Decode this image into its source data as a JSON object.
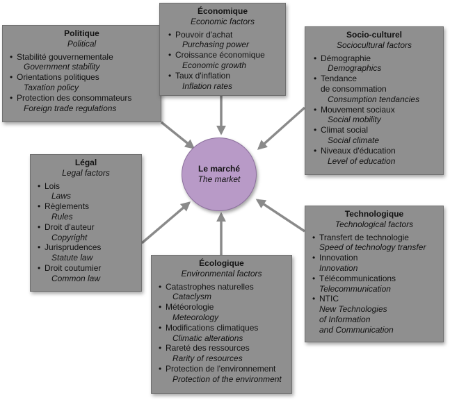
{
  "center": {
    "fr": "Le marché",
    "en": "The market"
  },
  "boxes": {
    "politique": {
      "title": "Politique",
      "subtitle": "Political",
      "items": [
        {
          "fr": "Stabilité gouvernementale",
          "en": "Government stability"
        },
        {
          "fr": "Orientations politiques",
          "en": "Taxation policy"
        },
        {
          "fr": "Protection des consommateurs",
          "en": "Foreign trade regulations"
        }
      ]
    },
    "economique": {
      "title": "Économique",
      "subtitle": "Economic factors",
      "items": [
        {
          "fr": "Pouvoir d'achat",
          "en": "Purchasing power"
        },
        {
          "fr": "Croissance économique",
          "en": "Economic growth"
        },
        {
          "fr": "Taux d'inflation",
          "en": "Inflation rates"
        }
      ]
    },
    "socio": {
      "title": "Socio-culturel",
      "subtitle": "Sociocultural factors",
      "items": [
        {
          "fr": "Démographie",
          "en": "Demographics"
        },
        {
          "fr": "Tendance\nde consommation",
          "en": "Consumption tendancies"
        },
        {
          "fr": "Mouvement sociaux",
          "en": "Social mobility"
        },
        {
          "fr": "Climat social",
          "en": "Social climate"
        },
        {
          "fr": "Niveaux d'éducation",
          "en": "Level of education"
        }
      ]
    },
    "legal": {
      "title": "Légal",
      "subtitle": "Legal factors",
      "items": [
        {
          "fr": "Lois",
          "en": "Laws"
        },
        {
          "fr": "Règlements",
          "en": "Rules"
        },
        {
          "fr": "Droit d'auteur",
          "en": "Copyright"
        },
        {
          "fr": "Jurisprudences",
          "en": "Statute law"
        },
        {
          "fr": "Droit coutumier",
          "en": "Common law"
        }
      ]
    },
    "technologique": {
      "title": "Technologique",
      "subtitle": "Technological factors",
      "items": [
        {
          "fr": "Transfert de technologie",
          "en": "Speed of technology transfer"
        },
        {
          "fr": "Innovation",
          "en": "Innovation"
        },
        {
          "fr": "Télécommunications",
          "en": "Telecommunication"
        },
        {
          "fr": "NTIC",
          "en": "New Technologies\nof Information\nand Communication"
        }
      ]
    },
    "ecologique": {
      "title": "Écologique",
      "subtitle": "Environmental factors",
      "items": [
        {
          "fr": "Catastrophes naturelles",
          "en": "Cataclysm"
        },
        {
          "fr": "Météorologie",
          "en": "Meteorology"
        },
        {
          "fr": "Modifications climatiques",
          "en": "Climatic alterations"
        },
        {
          "fr": "Rareté des ressources",
          "en": "Rarity of resources"
        },
        {
          "fr": "Protection de l'environnement",
          "en": "Protection of the environment"
        }
      ]
    }
  },
  "colors": {
    "box": "#8f8f8f",
    "center": "#b89ac7",
    "arrow": "#8a8a8a"
  }
}
